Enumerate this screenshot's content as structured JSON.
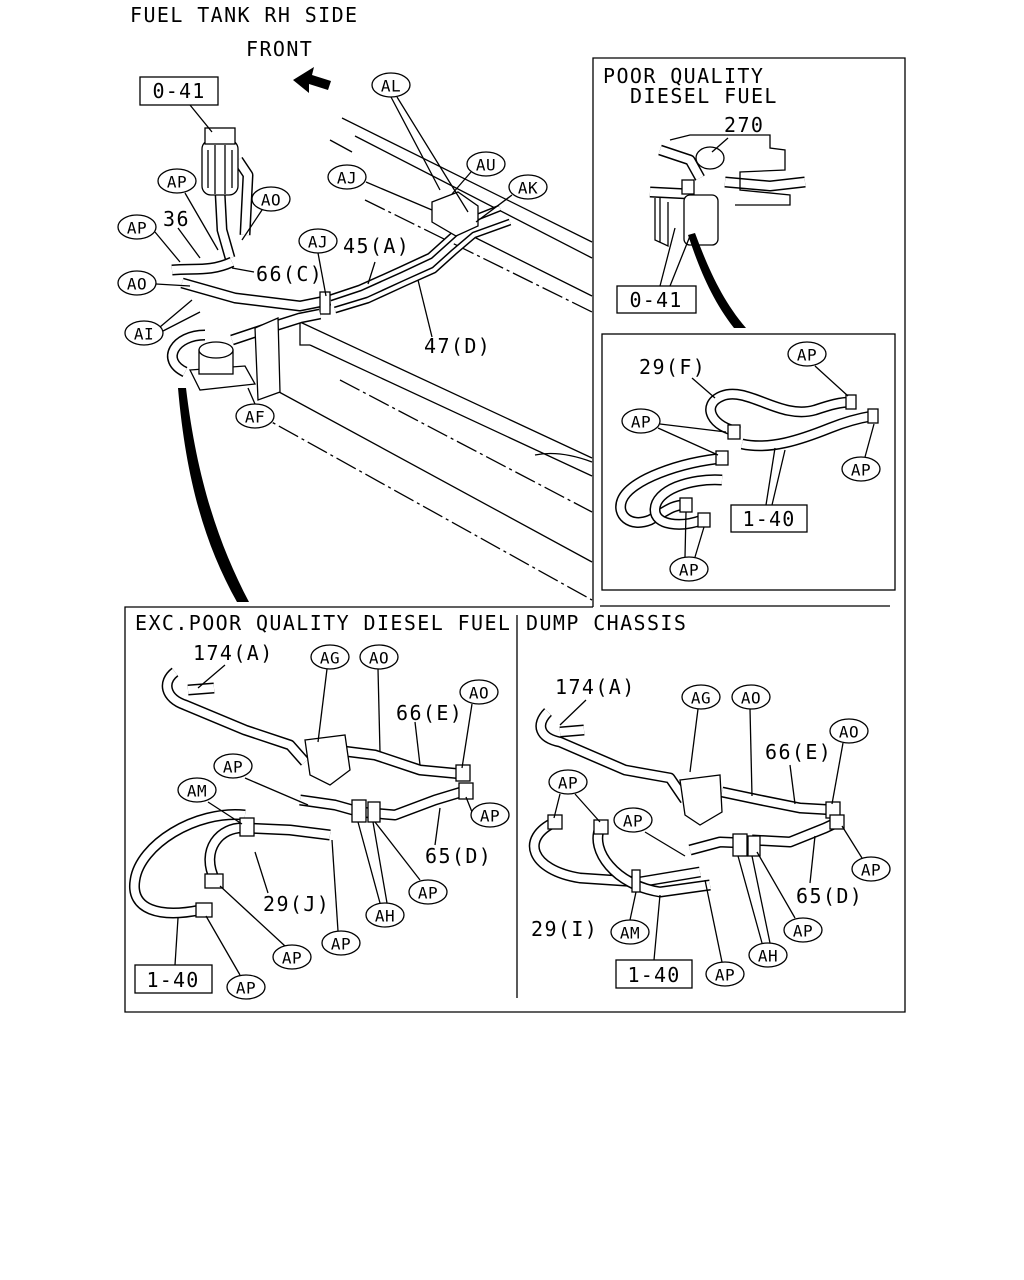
{
  "main_view": {
    "title": "FUEL TANK RH SIDE",
    "direction": "FRONT",
    "ref_box": "0-41",
    "callouts": [
      "AL",
      "AU",
      "AJ",
      "AK",
      "AP",
      "AO",
      "AP",
      "AJ",
      "AO",
      "AI",
      "AF"
    ],
    "parts": [
      "36",
      "45(A)",
      "66(C)",
      "47(D)"
    ]
  },
  "poor_quality_view": {
    "title_line1": "POOR QUALITY",
    "title_line2": "DIESEL FUEL",
    "part": "270",
    "ref_box": "0-41",
    "detail": {
      "part": "29(F)",
      "callouts": [
        "AP",
        "AP",
        "AP",
        "AP"
      ],
      "ref_box": "1-40"
    }
  },
  "exc_poor_quality_view": {
    "title": "EXC.POOR QUALITY DIESEL FUEL",
    "parts": [
      "174(A)",
      "66(E)",
      "65(D)",
      "29(J)"
    ],
    "callouts": [
      "AG",
      "AO",
      "AO",
      "AP",
      "AM",
      "AP",
      "AP",
      "AH",
      "AP",
      "AP",
      "AP"
    ],
    "ref_box": "1-40"
  },
  "dump_chassis_view": {
    "title": "DUMP CHASSIS",
    "parts": [
      "174(A)",
      "66(E)",
      "65(D)",
      "29(I)"
    ],
    "callouts": [
      "AG",
      "AO",
      "AO",
      "AP",
      "AP",
      "AP",
      "AP",
      "AM",
      "AH",
      "AP"
    ],
    "ref_box": "1-40"
  },
  "colors": {
    "ink": "#000000",
    "paper": "#ffffff"
  }
}
